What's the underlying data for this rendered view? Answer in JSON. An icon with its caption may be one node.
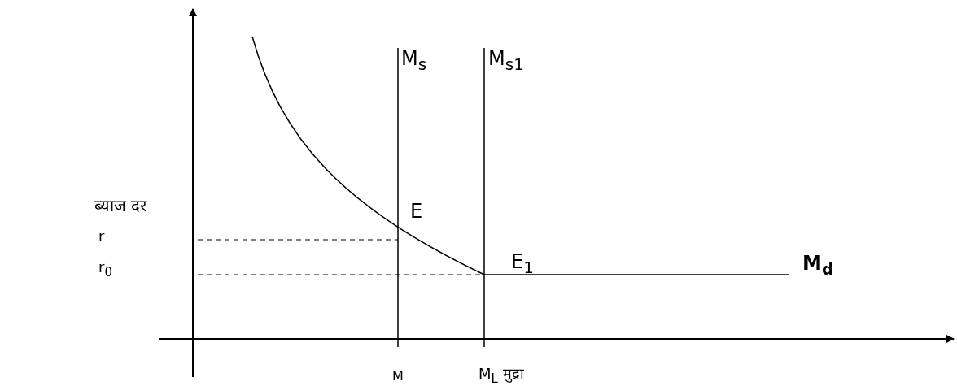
{
  "diagram": {
    "labels": [
      "M$_{s}$",
      "M$_{s1}$",
      "ब्याज दर",
      "E",
      "r",
      "r$_{0}$",
      "E$_{1}$",
      "M$_{d}$",
      "M",
      "M$_{L}$ मुद्रा"
    ]
  }
}
